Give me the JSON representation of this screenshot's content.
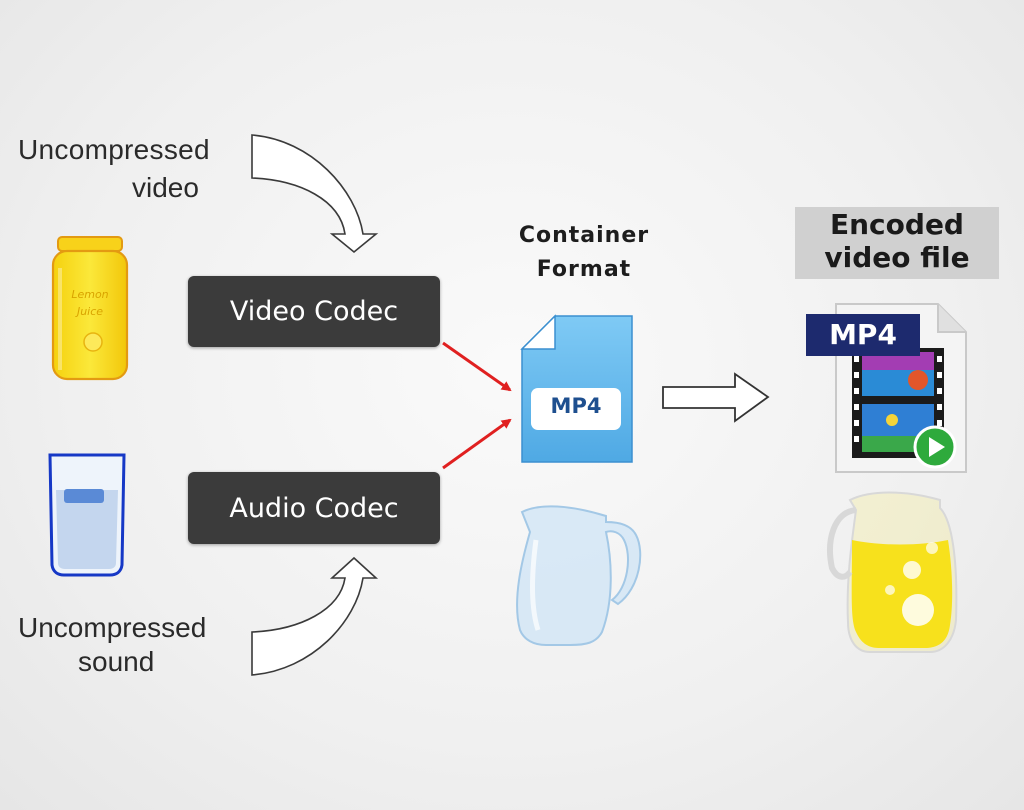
{
  "labels": {
    "uncompressed_video_line1": "Uncompressed",
    "uncompressed_video_line2": "video",
    "uncompressed_sound_line1": "Uncompressed",
    "uncompressed_sound_line2": "sound",
    "video_codec": "Video Codec",
    "audio_codec": "Audio Codec",
    "container_format_line1": "Container",
    "container_format_line2": "Format",
    "container_file_label": "MP4",
    "encoded_file_line1": "Encoded",
    "encoded_file_line2": "video file",
    "encoded_file_badge": "MP4",
    "jar_label": "Lemon Juice"
  },
  "colors": {
    "codec_box": "#3b3b3b",
    "connector_arrows": "#e02020",
    "container_file": "#5ab4ea",
    "encoded_badge": "#1d2a6e",
    "lemon_juice": "#f7e11c",
    "water": "#c9dff2"
  },
  "icons": [
    "lemon-juice-jar-icon",
    "water-glass-icon",
    "curved-arrow-icon",
    "mp4-file-icon",
    "empty-pitcher-icon",
    "encoded-video-file-icon",
    "play-icon",
    "juice-pitcher-icon",
    "hollow-arrow-icon"
  ]
}
